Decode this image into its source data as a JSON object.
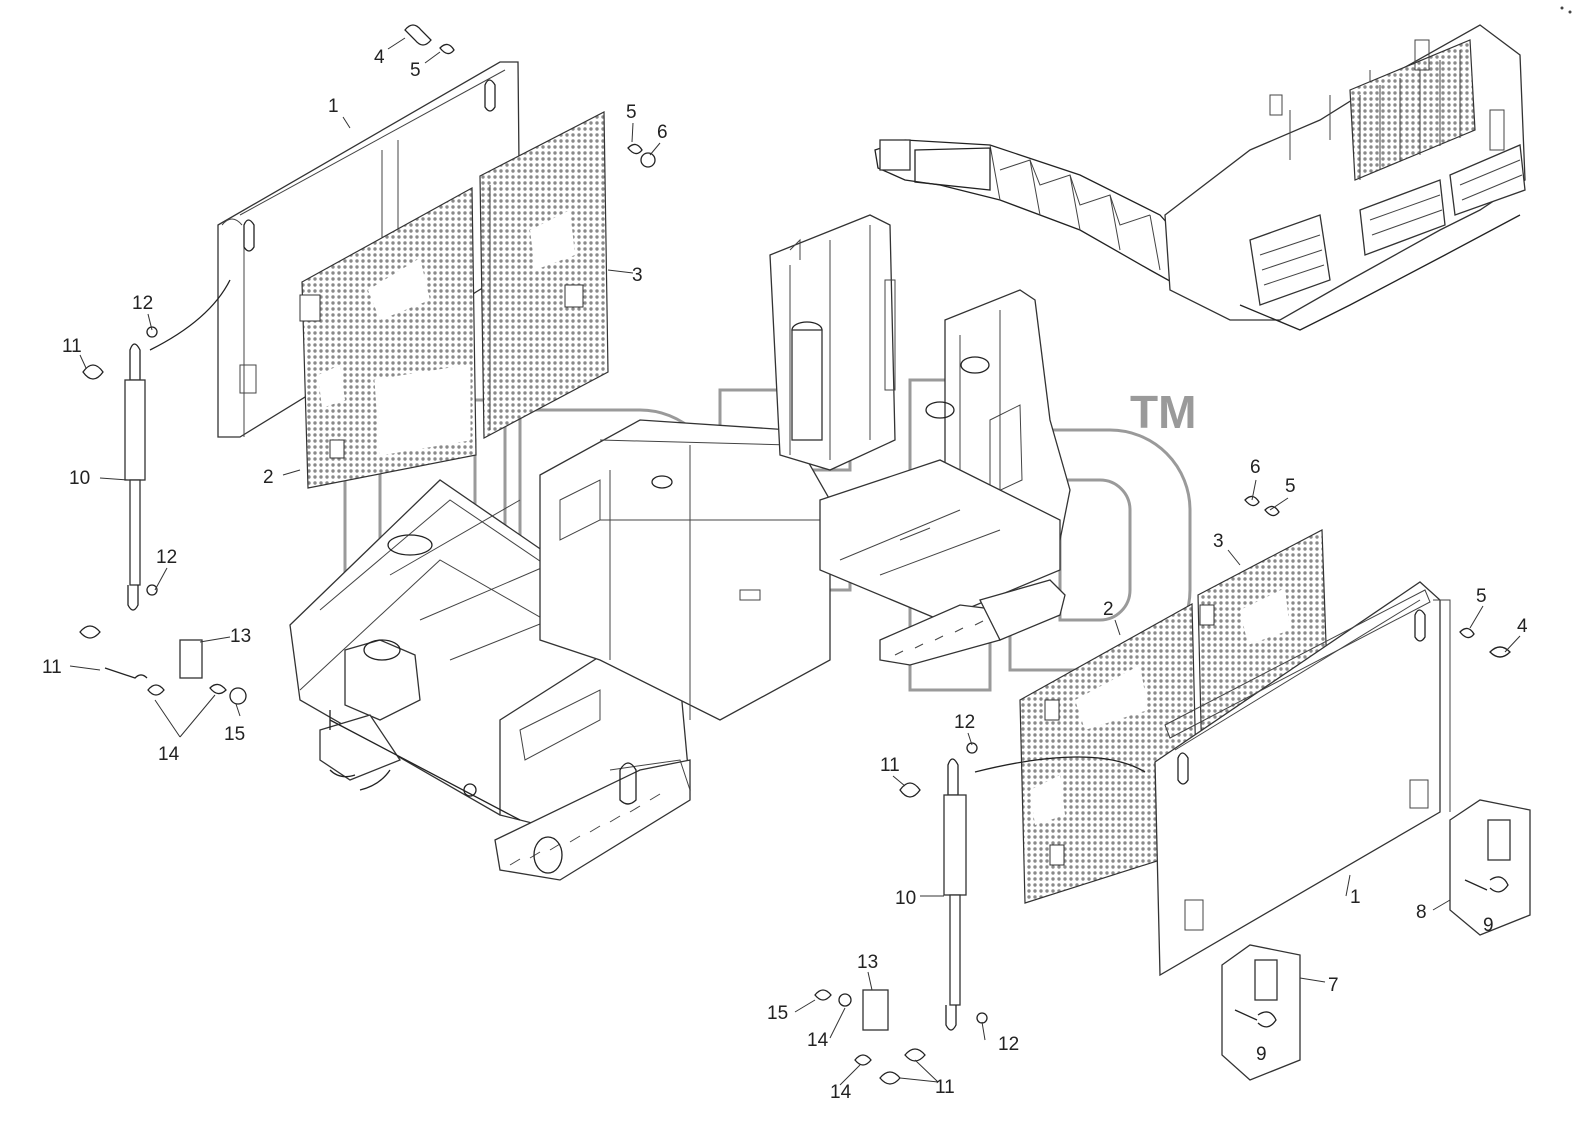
{
  "watermark": {
    "text": "dilb",
    "tm": "TM"
  },
  "colors": {
    "line": "#222222",
    "mesh": "#8a8a8a",
    "background": "#ffffff",
    "watermark": "#9a9a9a"
  },
  "callouts": [
    {
      "id": "c1",
      "text": "4"
    },
    {
      "id": "c2",
      "text": "5"
    },
    {
      "id": "c3",
      "text": "1"
    },
    {
      "id": "c4",
      "text": "5"
    },
    {
      "id": "c5",
      "text": "6"
    },
    {
      "id": "c6",
      "text": "3"
    },
    {
      "id": "c7",
      "text": "12"
    },
    {
      "id": "c8",
      "text": "11"
    },
    {
      "id": "c9",
      "text": "10"
    },
    {
      "id": "c10",
      "text": "2"
    },
    {
      "id": "c11",
      "text": "12"
    },
    {
      "id": "c12",
      "text": "13"
    },
    {
      "id": "c13",
      "text": "11"
    },
    {
      "id": "c14",
      "text": "14"
    },
    {
      "id": "c15",
      "text": "15"
    },
    {
      "id": "c16",
      "text": "6"
    },
    {
      "id": "c17",
      "text": "5"
    },
    {
      "id": "c18",
      "text": "3"
    },
    {
      "id": "c19",
      "text": "2"
    },
    {
      "id": "c20",
      "text": "5"
    },
    {
      "id": "c21",
      "text": "4"
    },
    {
      "id": "c22",
      "text": "12"
    },
    {
      "id": "c23",
      "text": "11"
    },
    {
      "id": "c24",
      "text": "10"
    },
    {
      "id": "c25",
      "text": "1"
    },
    {
      "id": "c26",
      "text": "8"
    },
    {
      "id": "c27",
      "text": "9"
    },
    {
      "id": "c28",
      "text": "7"
    },
    {
      "id": "c29",
      "text": "9"
    },
    {
      "id": "c30",
      "text": "13"
    },
    {
      "id": "c31",
      "text": "15"
    },
    {
      "id": "c32",
      "text": "14"
    },
    {
      "id": "c33",
      "text": "12"
    },
    {
      "id": "c34",
      "text": "14"
    },
    {
      "id": "c35",
      "text": "11"
    }
  ]
}
